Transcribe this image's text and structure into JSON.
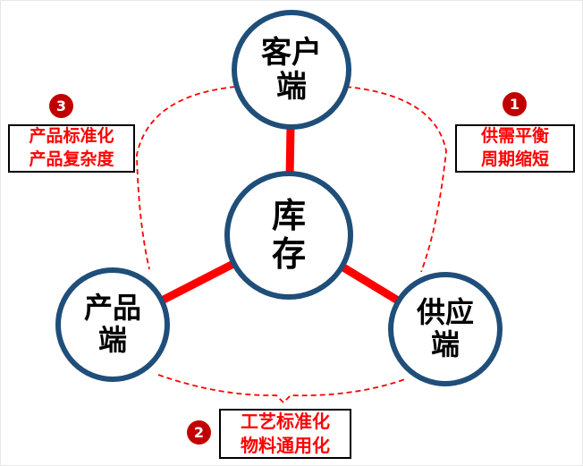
{
  "diagram": {
    "title": "inventory-relationship-diagram",
    "nodes": {
      "top": {
        "line1": "客户",
        "line2": "端"
      },
      "center": {
        "line1": "库",
        "line2": "存"
      },
      "left": {
        "line1": "产品",
        "line2": "端"
      },
      "right": {
        "line1": "供应",
        "line2": "端"
      }
    },
    "callouts": {
      "right": {
        "badge": "1",
        "line1": "供需平衡",
        "line2": "周期缩短"
      },
      "bottom": {
        "badge": "2",
        "line1": "工艺标准化",
        "line2": "物料通用化"
      },
      "left": {
        "badge": "3",
        "line1": "产品标准化",
        "line2": "产品复杂度"
      }
    },
    "colors": {
      "node_border": "#1f4e79",
      "connector": "#ff0000",
      "dashed_brace": "#ff0000",
      "callout_text": "#ff0000",
      "callout_border": "#000000",
      "badge_background": "#c00000",
      "badge_text": "#ffffff"
    }
  }
}
